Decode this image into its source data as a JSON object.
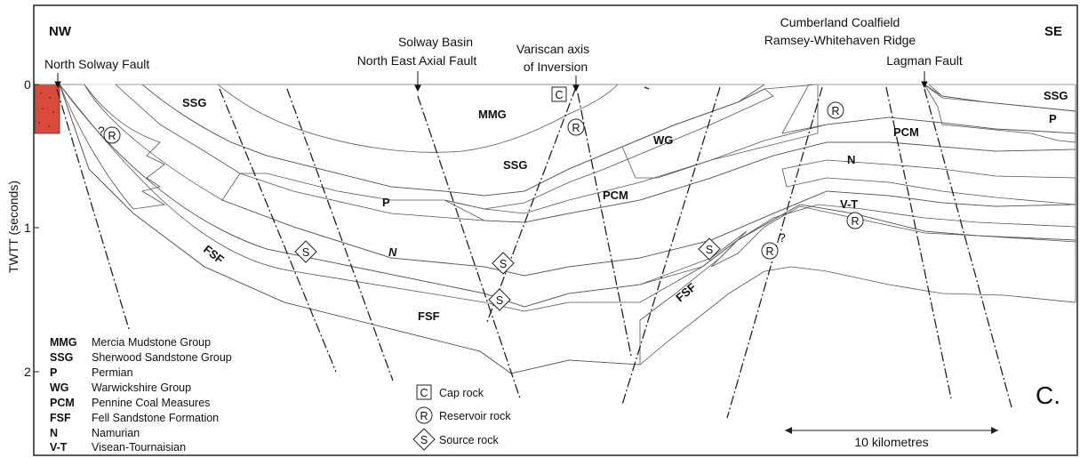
{
  "panel_letter": "C.",
  "directions": {
    "left": "NW",
    "right": "SE"
  },
  "y_axis": {
    "label": "TWTT (seconds)",
    "ticks": [
      "0",
      "1",
      "2"
    ]
  },
  "annotations": {
    "north_solway_fault": "North Solway Fault",
    "solway_basin": "Solway Basin",
    "north_east_axial_fault": "North East Axial Fault",
    "variscan_axis_1": "Variscan axis",
    "variscan_axis_2": "of Inversion",
    "cumberland_coalfield": "Cumberland Coalfield",
    "ramsey_whitehaven_ridge": "Ramsey-Whitehaven Ridge",
    "lagman_fault": "Lagman Fault"
  },
  "unit_labels": {
    "ssg": "SSG",
    "mmg": "MMG",
    "p": "P",
    "wg": "WG",
    "pcm": "PCM",
    "n": "N",
    "fsf": "FSF",
    "vt": "V-T",
    "q": "?"
  },
  "symbols": {
    "cap": "C",
    "reservoir": "R",
    "source": "S"
  },
  "legend": [
    {
      "abbr": "MMG",
      "name": "Mercia Mudstone Group"
    },
    {
      "abbr": "SSG",
      "name": "Sherwood Sandstone Group"
    },
    {
      "abbr": "P",
      "name": "Permian"
    },
    {
      "abbr": "WG",
      "name": "Warwickshire Group"
    },
    {
      "abbr": "PCM",
      "name": "Pennine Coal Measures"
    },
    {
      "abbr": "FSF",
      "name": "Fell Sandstone Formation"
    },
    {
      "abbr": "N",
      "name": "Namurian"
    },
    {
      "abbr": "V-T",
      "name": "Visean-Tournaisian"
    }
  ],
  "key": {
    "cap": "Cap rock",
    "reservoir": "Reservoir rock",
    "source": "Source rock"
  },
  "scale_bar": "10 kilometres",
  "colors": {
    "mmg": "#f6dfe8",
    "ssg": "#fbf3b4",
    "permian": "#f4b866",
    "wg": "#ea9cc6",
    "pcm": "#cfd3da",
    "namurian": "#dbe8b3",
    "namurian_dark": "#c5dd8a",
    "vt_light": "#d7ecf7",
    "vt_dark": "#a9cfec",
    "fsf": "#7fcacb",
    "basement": "#d94a3a"
  }
}
